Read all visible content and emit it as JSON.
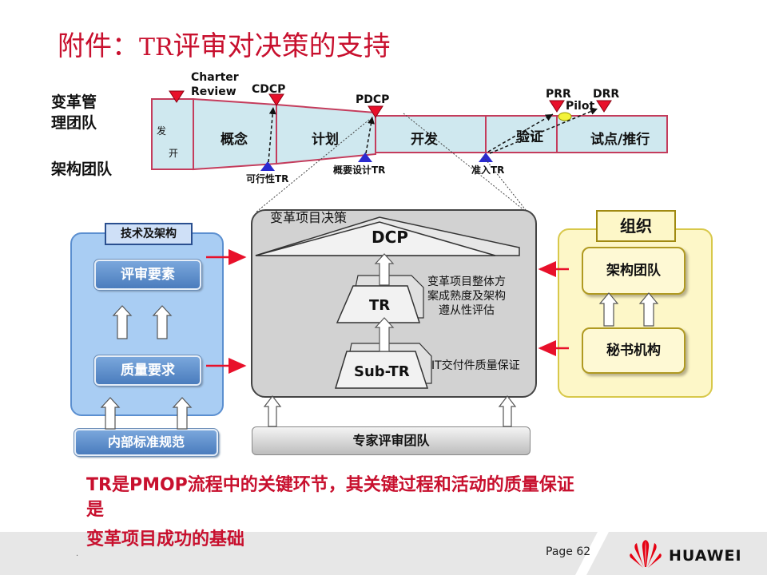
{
  "title": {
    "prefix": "附件：",
    "tr": "TR",
    "suffix": "评审对决策的支持"
  },
  "teams": {
    "mgmt_line1": "变革管",
    "mgmt_line2": "理团队",
    "arch": "架构团队"
  },
  "milestones_top": {
    "charter_line1": "Charter",
    "charter_line2": "Review",
    "cdcp": "CDCP",
    "pdcp": "PDCP",
    "prr": "PRR",
    "drr": "DRR",
    "pilot": "Pilot"
  },
  "phases": {
    "start_line1": "发",
    "start_line2": "开",
    "concept": "概念",
    "plan": "计划",
    "develop": "开发",
    "verify": "验证",
    "pilot_rollout": "试点/推行"
  },
  "milestones_bottom": {
    "feasibility": "可行性TR",
    "outline": "概要设计TR",
    "entry": "准入TR"
  },
  "left_panel": {
    "header": "技术及架构",
    "review": "评审要素",
    "quality": "质量要求",
    "bottom": "内部标准规范"
  },
  "mid_panel": {
    "label": "变革项目决策",
    "dcp": "DCP",
    "tr": "TR",
    "subtr": "Sub-TR",
    "tr_note": [
      "变革项目整体方",
      "案成熟度及架构",
      "遵从性评估"
    ],
    "subtr_note": "IT交付件质量保证",
    "bottom": "专家评审团队"
  },
  "right_panel": {
    "header": "组织",
    "arch": "架构团队",
    "secretary": "秘书机构"
  },
  "conclusion": {
    "line1": "TR是PMOP流程中的关键环节，其关键过程和活动的质量保证",
    "line2": "是",
    "line3": "变革项目成功的基础"
  },
  "footer": {
    "page": "Page 62",
    "brand": "HUAWEI",
    "dot": "."
  },
  "colors": {
    "accent_red": "#c8102e",
    "timeline_fill": "#cfe8ef",
    "timeline_border": "#c43c5c",
    "marker_red": "#e8102a",
    "marker_blue": "#2a2ad0"
  }
}
